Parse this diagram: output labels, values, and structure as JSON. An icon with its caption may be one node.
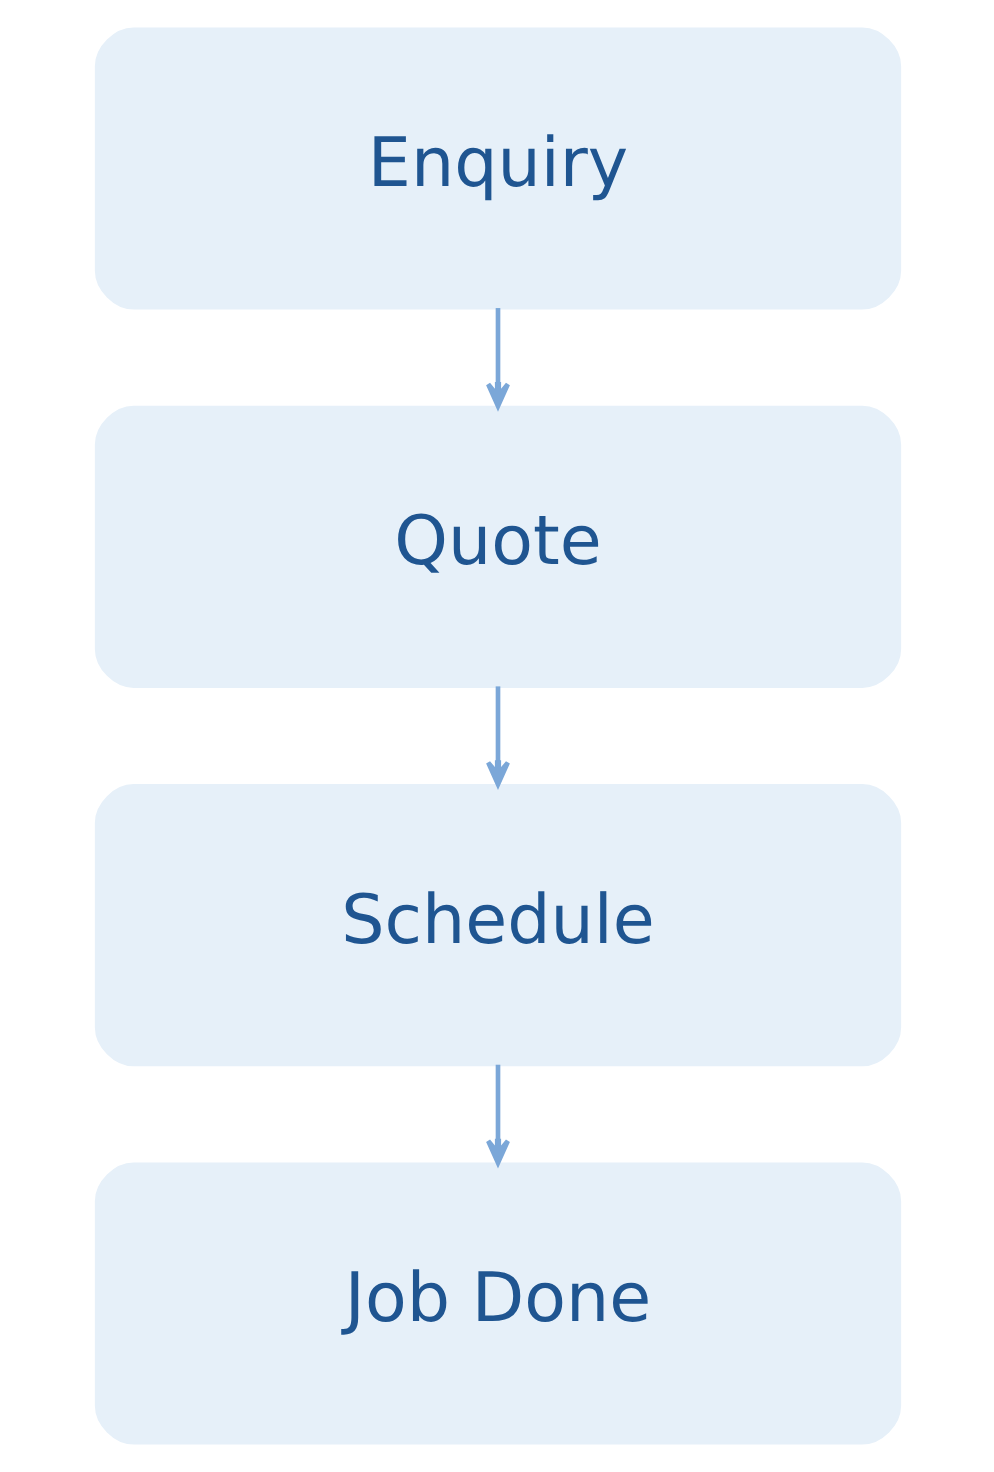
{
  "diagram": {
    "nodes": [
      {
        "text": [
          "Enquiry"
        ]
      },
      {
        "text": [
          "Quote"
        ]
      },
      {
        "text": [
          "Schedule"
        ]
      },
      {
        "text": [
          "Job Done"
        ]
      }
    ],
    "edges": [
      {
        "from": 0,
        "to": 1,
        "arrow": "to"
      },
      {
        "from": 1,
        "to": 2,
        "arrow": "to"
      },
      {
        "from": 2,
        "to": 3,
        "arrow": "to"
      }
    ]
  }
}
